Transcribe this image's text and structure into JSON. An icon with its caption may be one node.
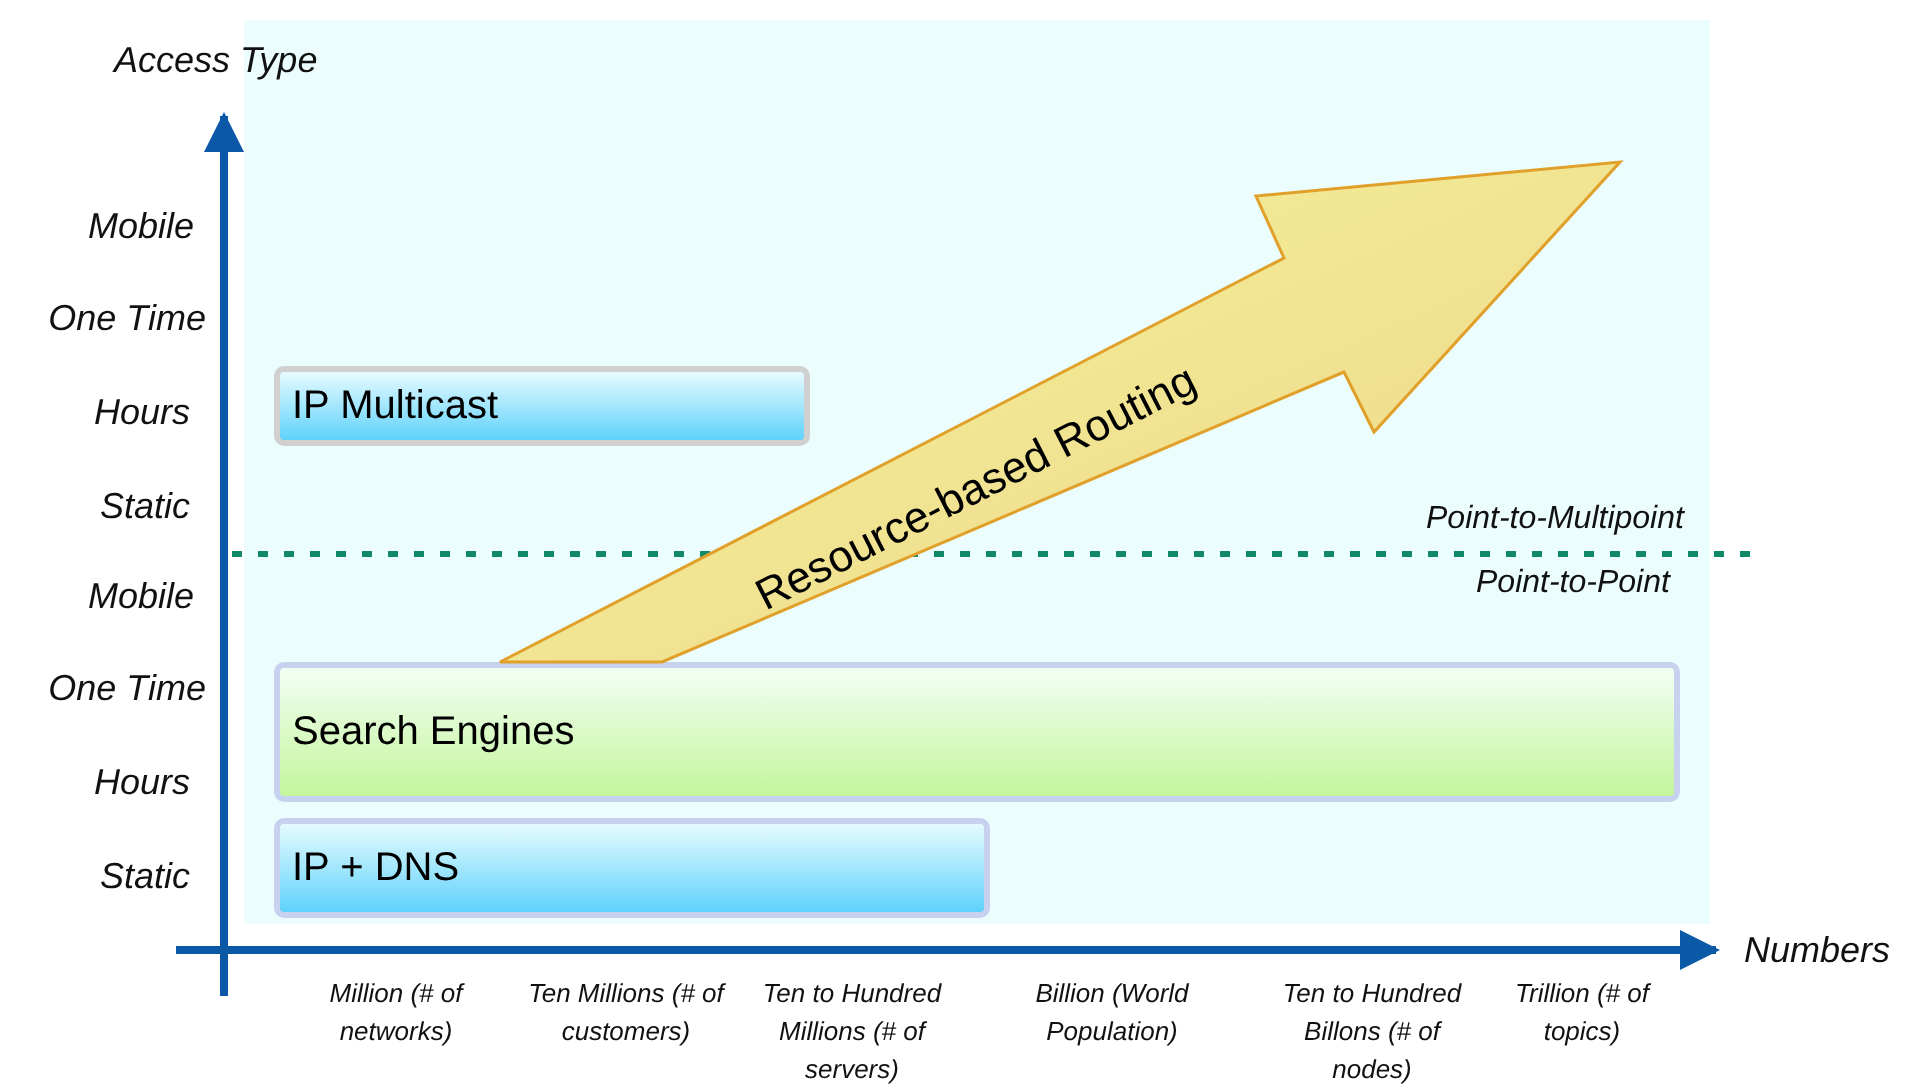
{
  "diagram": {
    "nodes": [
      {
        "text": [
          "IP Multicast"
        ]
      },
      {
        "text": [
          "Resource-based Routing"
        ]
      },
      {
        "text": [
          "Search Engines"
        ]
      },
      {
        "text": [
          "IP + DNS"
        ]
      }
    ],
    "labels": [
      "Access Type",
      "Mobile",
      "One Time",
      "Hours",
      "Static",
      "Point-to-Multipoint",
      "Mobile",
      "Point-to-Point",
      "One Time",
      "Hours",
      "Static",
      "Numbers",
      "Million (# of networks)",
      "Ten Millions (# of customers)",
      "Ten to Hundred Millions (# of servers)",
      "Billion (World Population)",
      "Ten to Hundred Billons (# of nodes)",
      "Trillion (# of topics)"
    ]
  }
}
